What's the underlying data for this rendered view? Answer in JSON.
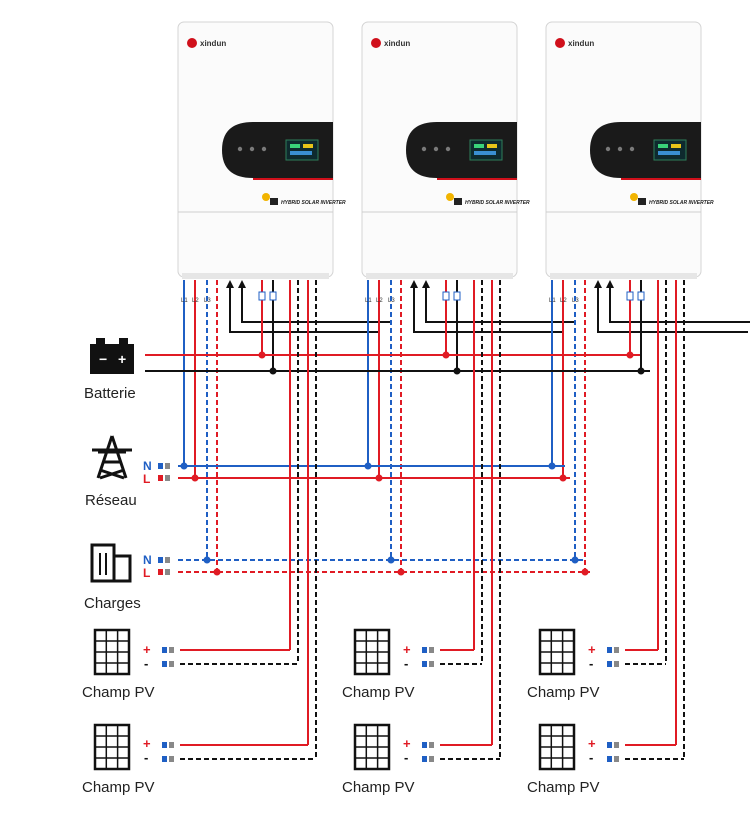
{
  "inverters": [
    {
      "brand": "xindun",
      "tagline": "HYBRID SOLAR INVERTER",
      "phase_labels": [
        "L1",
        "L2",
        "L3"
      ]
    },
    {
      "brand": "xindun",
      "tagline": "HYBRID SOLAR INVERTER",
      "phase_labels": [
        "L1",
        "L2",
        "L3"
      ]
    },
    {
      "brand": "xindun",
      "tagline": "HYBRID SOLAR INVERTER",
      "phase_labels": [
        "L1",
        "L2",
        "L3"
      ]
    }
  ],
  "battery": {
    "label": "Batterie",
    "icon": "battery-icon"
  },
  "grid": {
    "label": "Réseau",
    "icon": "power-tower-icon",
    "neutral": "N",
    "line": "L"
  },
  "loads": {
    "label": "Charges",
    "icon": "building-icon",
    "neutral": "N",
    "line": "L"
  },
  "pv_arrays": [
    {
      "label": "Champ PV",
      "plus": "+",
      "minus": "-",
      "icon": "solar-panel-icon"
    },
    {
      "label": "Champ PV",
      "plus": "+",
      "minus": "-",
      "icon": "solar-panel-icon"
    },
    {
      "label": "Champ PV",
      "plus": "+",
      "minus": "-",
      "icon": "solar-panel-icon"
    },
    {
      "label": "Champ PV",
      "plus": "+",
      "minus": "-",
      "icon": "solar-panel-icon"
    },
    {
      "label": "Champ PV",
      "plus": "+",
      "minus": "-",
      "icon": "solar-panel-icon"
    },
    {
      "label": "Champ PV",
      "plus": "+",
      "minus": "-",
      "icon": "solar-panel-icon"
    }
  ],
  "colors": {
    "positive": "#e01b24",
    "neutral": "#1f5fc4",
    "negative": "#111111",
    "brand_red": "#d0101b",
    "panel": "#1a1a1a"
  }
}
